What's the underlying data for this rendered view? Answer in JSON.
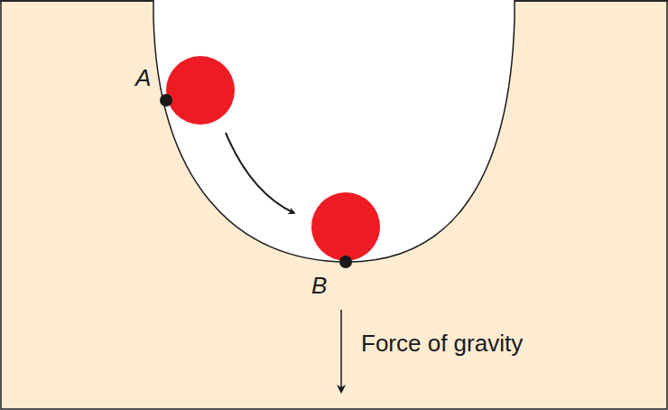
{
  "diagram": {
    "labels": [
      "A",
      "B",
      "Force of gravity"
    ]
  }
}
